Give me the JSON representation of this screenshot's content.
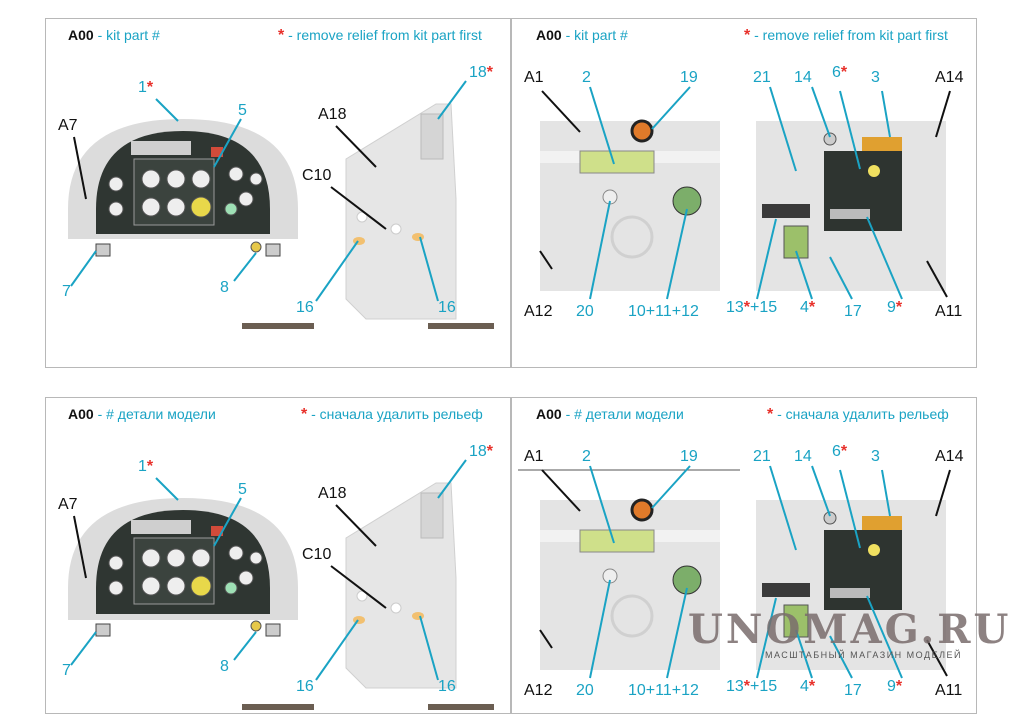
{
  "panels": [
    {
      "code": "A00",
      "kit_part": "- kit part #",
      "star": "*",
      "remove": "- remove relief from kit part first",
      "labels": {
        "p1": "1",
        "p5": "5",
        "a7": "A7",
        "p7": "7",
        "p8": "8",
        "p18": "18",
        "a18": "A18",
        "c10": "C10",
        "p16a": "16",
        "p16b": "16"
      }
    },
    {
      "code": "A00",
      "kit_part": "- kit part #",
      "star": "*",
      "remove": "- remove relief from kit part first",
      "labels": {
        "a1": "A1",
        "p2": "2",
        "p19": "19",
        "p21": "21",
        "p14": "14",
        "p6": "6",
        "p3": "3",
        "a14": "A14",
        "a12": "A12",
        "p20": "20",
        "p101112": "10+11+12",
        "p13": "13",
        "p15": "+15",
        "p4": "4",
        "p17": "17",
        "p9": "9",
        "a11": "A11"
      }
    },
    {
      "code": "A00",
      "kit_part": "- # детали модели",
      "star": "*",
      "remove": "- сначала удалить рельеф",
      "labels": {
        "p1": "1",
        "p5": "5",
        "a7": "A7",
        "p7": "7",
        "p8": "8",
        "p18": "18",
        "a18": "A18",
        "c10": "C10",
        "p16a": "16",
        "p16b": "16"
      }
    },
    {
      "code": "A00",
      "kit_part": "- # детали модели",
      "star": "*",
      "remove": "- сначала удалить рельеф",
      "labels": {
        "a1": "A1",
        "p2": "2",
        "p19": "19",
        "p21": "21",
        "p14": "14",
        "p6": "6",
        "p3": "3",
        "a14": "A14",
        "a12": "A12",
        "p20": "20",
        "p101112": "10+11+12",
        "p13": "13",
        "p15": "+15",
        "p4": "4",
        "p17": "17",
        "p9": "9",
        "a11": "A11"
      }
    }
  ],
  "watermark": {
    "title": "UNOMAG.RU",
    "subtitle": "МАСШТАБНЫЙ МАГАЗИН МОДЕЛЕЙ"
  },
  "colors": {
    "label_cyan": "#1aa3c4",
    "star_red": "#e8302a",
    "panel_dark": "#2f3632",
    "part_grey": "#e6e6e6"
  }
}
